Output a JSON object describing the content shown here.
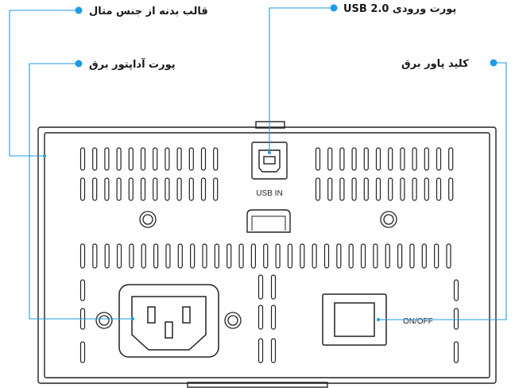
{
  "callouts": {
    "metal_body": "قالب بدنه از جنس متال",
    "usb_port": "پورت ورودی USB 2.0",
    "power_adapter_port": "پورت آداپتور برق",
    "power_switch": "کلید پاور برق"
  },
  "panel": {
    "usb_label": "USB IN",
    "switch_label": "ON/OFF"
  },
  "colors": {
    "callout_line": "#1e9be8",
    "panel_stroke": "#222222"
  }
}
